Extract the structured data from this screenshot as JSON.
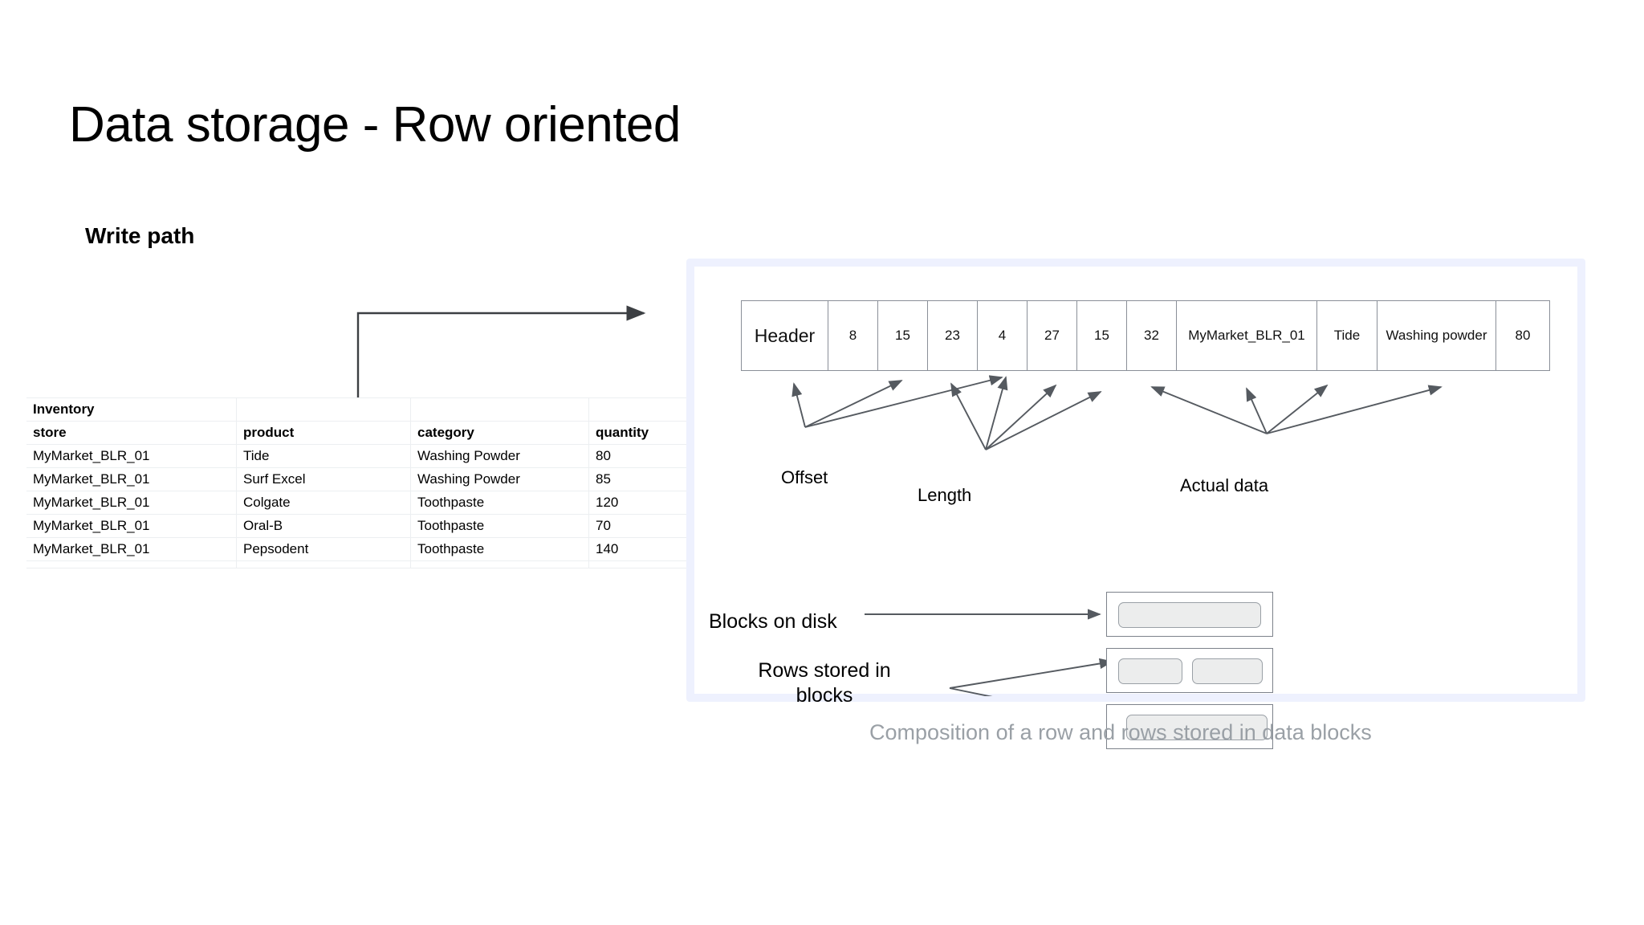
{
  "slide": {
    "title": "Data storage - Row oriented",
    "subtitle": "Write path"
  },
  "inventory_table": {
    "title": "Inventory",
    "columns": [
      "store",
      "product",
      "category",
      "quantity"
    ],
    "rows": [
      [
        "MyMarket_BLR_01",
        "Tide",
        "Washing Powder",
        "80"
      ],
      [
        "MyMarket_BLR_01",
        "Surf Excel",
        "Washing Powder",
        "85"
      ],
      [
        "MyMarket_BLR_01",
        "Colgate",
        "Toothpaste",
        "120"
      ],
      [
        "MyMarket_BLR_01",
        "Oral-B",
        "Toothpaste",
        "70"
      ],
      [
        "MyMarket_BLR_01",
        "Pepsodent",
        "Toothpaste",
        "140"
      ]
    ]
  },
  "illustration": {
    "row_layout": {
      "cells": [
        {
          "label": "Header",
          "kind": "header",
          "width": 108
        },
        {
          "label": "8",
          "kind": "offset",
          "width": 62
        },
        {
          "label": "15",
          "kind": "offset",
          "width": 62
        },
        {
          "label": "23",
          "kind": "offset",
          "width": 62
        },
        {
          "label": "4",
          "kind": "length",
          "width": 62
        },
        {
          "label": "27",
          "kind": "length",
          "width": 62
        },
        {
          "label": "15",
          "kind": "length",
          "width": 62
        },
        {
          "label": "32",
          "kind": "length",
          "width": 62
        },
        {
          "label": "MyMarket_BLR_01",
          "kind": "data",
          "width": 175
        },
        {
          "label": "Tide",
          "kind": "data",
          "width": 75
        },
        {
          "label": "Washing powder",
          "kind": "data",
          "width": 148
        },
        {
          "label": "80",
          "kind": "data",
          "width": 66
        }
      ]
    },
    "annotations": {
      "offset": "Offset",
      "length": "Length",
      "actual_data": "Actual data"
    },
    "block_labels": {
      "blocks_on_disk": "Blocks on disk",
      "rows_stored_line1": "Rows stored in",
      "rows_stored_line2": "blocks"
    },
    "blocks": [
      {
        "rows": 1
      },
      {
        "rows": 2
      },
      {
        "rows": 1
      }
    ],
    "caption": "Composition of a row and rows stored in data blocks"
  },
  "colors": {
    "panel_border": "#eef1fe",
    "strip_border": "#8a8f98",
    "block_fill": "#eceded",
    "caption_text": "#9aa0a6",
    "arrow_stroke": "#555a60"
  }
}
